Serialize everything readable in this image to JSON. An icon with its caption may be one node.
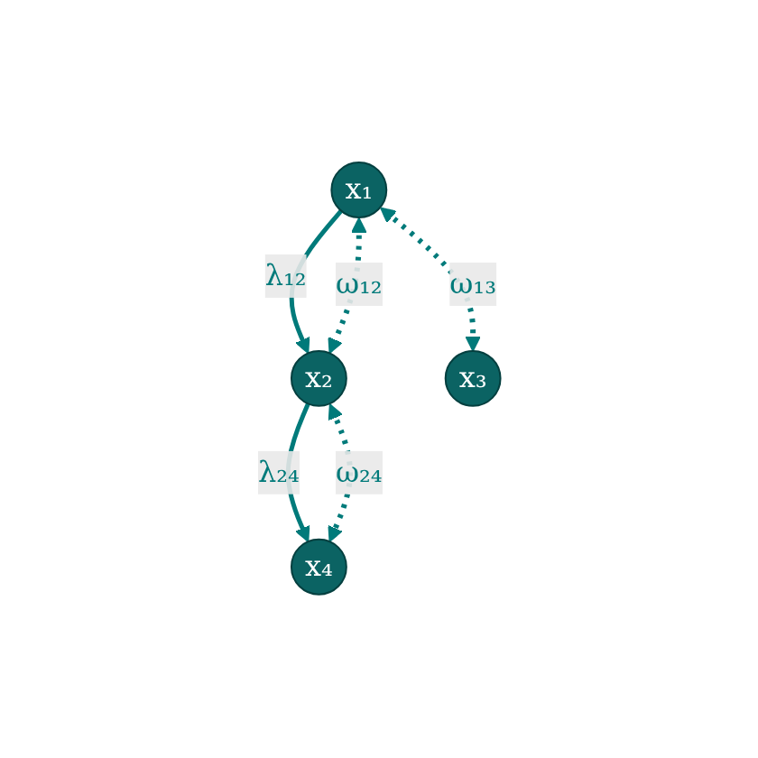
{
  "diagram": {
    "nodes": [
      {
        "text": [
          "x₁"
        ]
      },
      {
        "text": [
          "x₂"
        ]
      },
      {
        "text": [
          "x₃"
        ]
      },
      {
        "text": [
          "x₄"
        ]
      }
    ],
    "edges": [
      {
        "from": 0,
        "to": 1,
        "arrow": "to",
        "label": "λ₁₂"
      },
      {
        "from": 1,
        "to": 3,
        "arrow": "to",
        "label": "λ₂₄"
      },
      {
        "from": 0,
        "to": 1,
        "arrow": "both",
        "label": "ω₁₂",
        "style": "dashed"
      },
      {
        "from": 0,
        "to": 2,
        "arrow": "both",
        "label": "ω₁₃",
        "style": "dashed"
      },
      {
        "from": 1,
        "to": 3,
        "arrow": "both",
        "label": "ω₂₄",
        "style": "dashed"
      }
    ]
  }
}
